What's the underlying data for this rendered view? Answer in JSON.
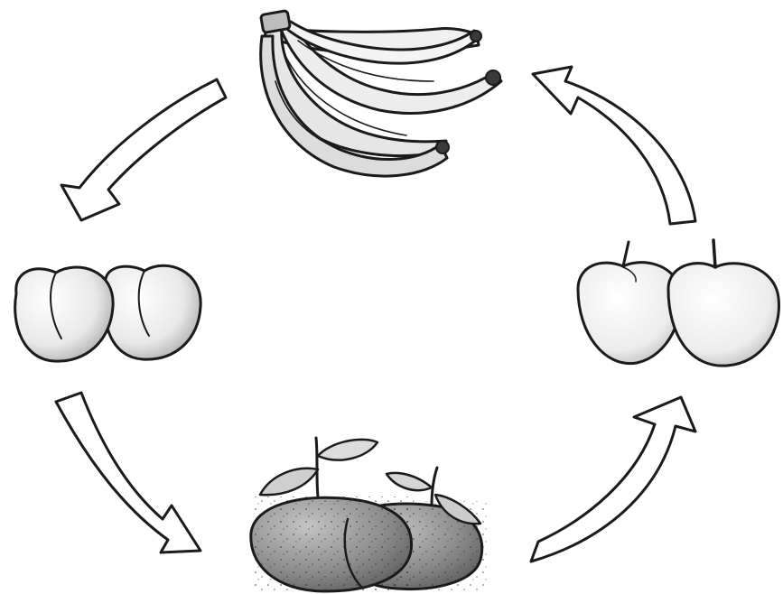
{
  "diagram": {
    "type": "cycle",
    "direction": "counter-clockwise",
    "nodes": [
      {
        "id": "bananas",
        "icon": "banana-bunch-icon"
      },
      {
        "id": "peaches",
        "icon": "peaches-icon"
      },
      {
        "id": "tangerines",
        "icon": "tangerines-icon"
      },
      {
        "id": "apples",
        "icon": "apples-icon"
      }
    ],
    "edges": [
      {
        "from": "bananas",
        "to": "peaches"
      },
      {
        "from": "peaches",
        "to": "tangerines"
      },
      {
        "from": "tangerines",
        "to": "apples"
      },
      {
        "from": "apples",
        "to": "bananas"
      }
    ]
  },
  "colors": {
    "ink": "#1b1b1b",
    "paper": "#ffffff",
    "banana_fill": "#e9e9e9",
    "peach_fill": "#eeeeee",
    "tangerine_fill": "#8f8f8f",
    "leaf_fill": "#cfcfcf",
    "apple_fill": "#f1f1f1"
  }
}
